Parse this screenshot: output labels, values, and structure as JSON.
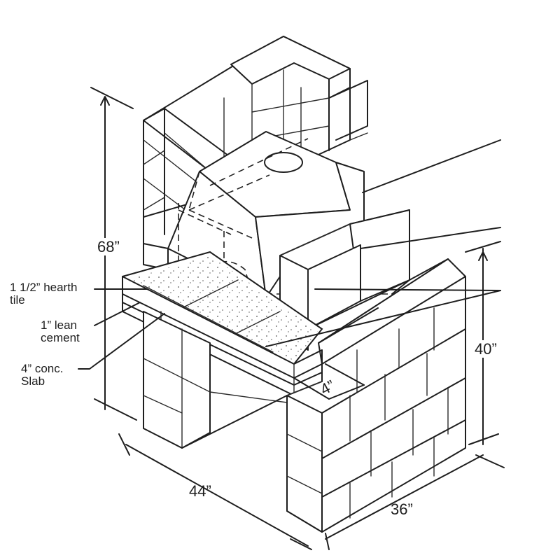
{
  "labels": {
    "hearth_tile": "1 1/2” hearth\ntile",
    "lean_cement": "1” lean\ncement",
    "conc_slab": "4” conc.\nSlab",
    "overall_height": "68”",
    "base_height": "40”",
    "width": "44”",
    "depth": "36”",
    "offset": "4”"
  },
  "colors": {
    "line": "#1e1e1e",
    "paper": "#ffffff"
  }
}
